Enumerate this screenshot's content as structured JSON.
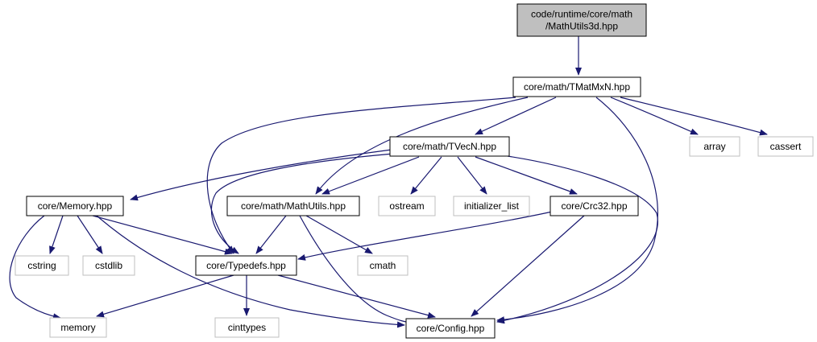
{
  "graph": {
    "nodes": [
      {
        "id": "root",
        "label": "code/runtime/core/math\n/MathUtils3d.hpp",
        "style": "root"
      },
      {
        "id": "tmatmxn",
        "label": "core/math/TMatMxN.hpp",
        "style": "internal"
      },
      {
        "id": "tvecn",
        "label": "core/math/TVecN.hpp",
        "style": "internal"
      },
      {
        "id": "array",
        "label": "array",
        "style": "external"
      },
      {
        "id": "cassert",
        "label": "cassert",
        "style": "external"
      },
      {
        "id": "memory_hpp",
        "label": "core/Memory.hpp",
        "style": "internal"
      },
      {
        "id": "mathutils",
        "label": "core/math/MathUtils.hpp",
        "style": "internal"
      },
      {
        "id": "ostream",
        "label": "ostream",
        "style": "external"
      },
      {
        "id": "initializer_list",
        "label": "initializer_list",
        "style": "external"
      },
      {
        "id": "crc32",
        "label": "core/Crc32.hpp",
        "style": "internal"
      },
      {
        "id": "cstring",
        "label": "cstring",
        "style": "external"
      },
      {
        "id": "cstdlib",
        "label": "cstdlib",
        "style": "external"
      },
      {
        "id": "typedefs",
        "label": "core/Typedefs.hpp",
        "style": "internal"
      },
      {
        "id": "cmath",
        "label": "cmath",
        "style": "external"
      },
      {
        "id": "memory",
        "label": "memory",
        "style": "external"
      },
      {
        "id": "cinttypes",
        "label": "cinttypes",
        "style": "external"
      },
      {
        "id": "config",
        "label": "core/Config.hpp",
        "style": "internal"
      }
    ],
    "edges": [
      {
        "from": "root",
        "to": "tmatmxn"
      },
      {
        "from": "tmatmxn",
        "to": "tvecn"
      },
      {
        "from": "tmatmxn",
        "to": "array"
      },
      {
        "from": "tmatmxn",
        "to": "cassert"
      },
      {
        "from": "tmatmxn",
        "to": "mathutils"
      },
      {
        "from": "tmatmxn",
        "to": "typedefs"
      },
      {
        "from": "tmatmxn",
        "to": "config"
      },
      {
        "from": "tvecn",
        "to": "memory_hpp"
      },
      {
        "from": "tvecn",
        "to": "mathutils"
      },
      {
        "from": "tvecn",
        "to": "ostream"
      },
      {
        "from": "tvecn",
        "to": "initializer_list"
      },
      {
        "from": "tvecn",
        "to": "crc32"
      },
      {
        "from": "tvecn",
        "to": "typedefs"
      },
      {
        "from": "tvecn",
        "to": "config"
      },
      {
        "from": "memory_hpp",
        "to": "cstring"
      },
      {
        "from": "memory_hpp",
        "to": "cstdlib"
      },
      {
        "from": "memory_hpp",
        "to": "memory"
      },
      {
        "from": "memory_hpp",
        "to": "typedefs"
      },
      {
        "from": "memory_hpp",
        "to": "config"
      },
      {
        "from": "mathutils",
        "to": "typedefs"
      },
      {
        "from": "mathutils",
        "to": "cmath"
      },
      {
        "from": "mathutils",
        "to": "config"
      },
      {
        "from": "crc32",
        "to": "typedefs"
      },
      {
        "from": "crc32",
        "to": "config"
      },
      {
        "from": "typedefs",
        "to": "memory"
      },
      {
        "from": "typedefs",
        "to": "cinttypes"
      },
      {
        "from": "typedefs",
        "to": "config"
      }
    ]
  },
  "colors": {
    "edge": "#191970",
    "root_fill": "#bfbfbf",
    "internal_border": "#000000",
    "external_border": "#bfbfbf",
    "text": "#000000"
  }
}
